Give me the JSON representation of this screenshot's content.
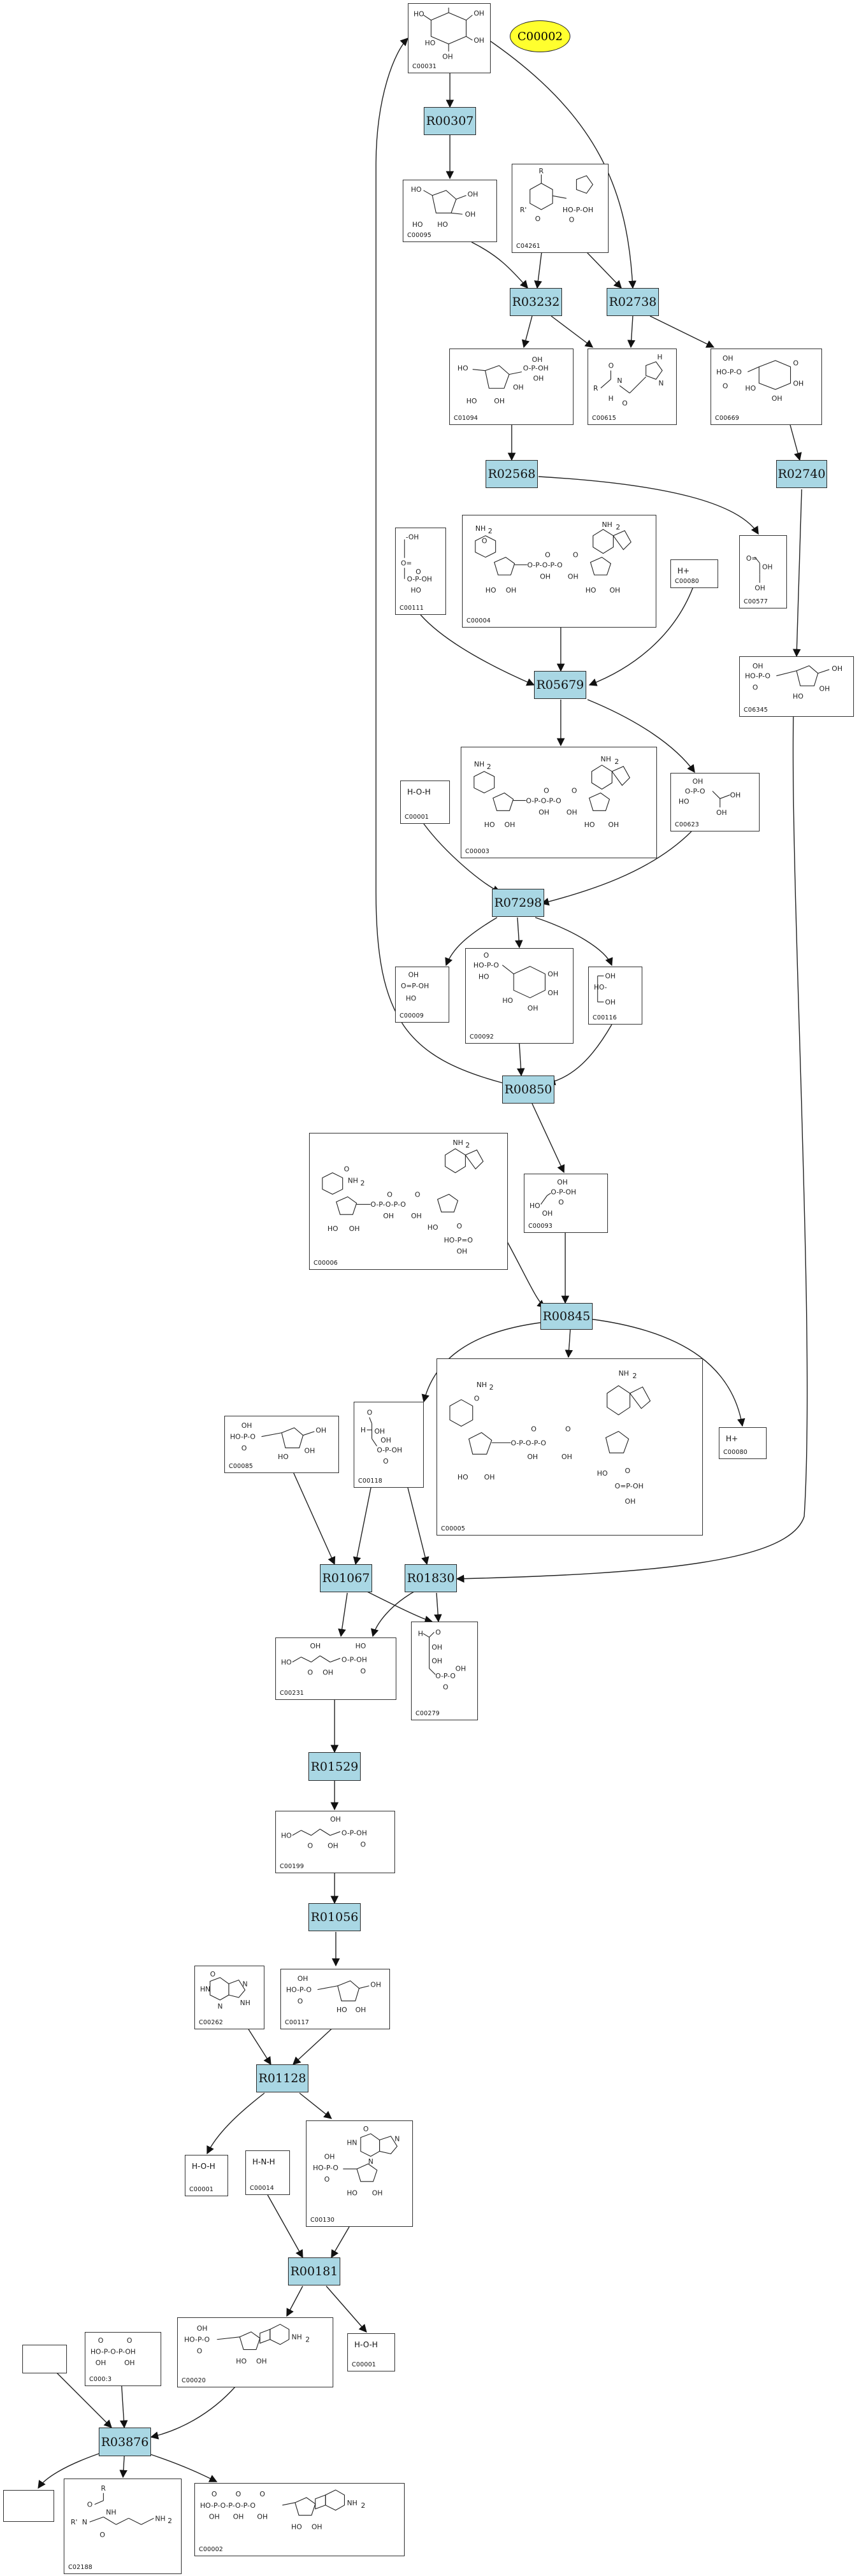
{
  "diagram": {
    "compounds": {
      "C00031": "C00031",
      "C00095": "C00095",
      "C04261": "C04261",
      "C01094": "C01094",
      "C00615": "C00615",
      "C00669": "C00669",
      "C00111": "C00111",
      "C00004": "C00004",
      "C00080a": "C00080",
      "C00577": "C00577",
      "C06345": "C06345",
      "C00003": "C00003",
      "C00623": "C00623",
      "C00001a": "C00001",
      "C00009": "C00009",
      "C00092": "C00092",
      "C00116": "C00116",
      "C00006": "C00006",
      "C00093": "C00093",
      "C00085": "C00085",
      "C00118": "C00118",
      "C00005": "C00005",
      "C00080b": "C00080",
      "C00231": "C00231",
      "C00279": "C00279",
      "C00199": "C00199",
      "C00262": "C00262",
      "C00117": "C00117",
      "C00001b": "C00001",
      "C00014": "C00014",
      "C00130": "C00130",
      "C00020": "C00020",
      "C00001c": "C00001",
      "C00013": "C000:3",
      "C02188": "C02188",
      "C00002box": "C00002"
    },
    "highlight": "C00002",
    "reactions": {
      "R00307": "R00307",
      "R03232": "R03232",
      "R02738": "R02738",
      "R02568": "R02568",
      "R02740": "R02740",
      "R05679": "R05679",
      "R07298": "R07298",
      "R00850": "R00850",
      "R00845": "R00845",
      "R01067": "R01067",
      "R01830": "R01830",
      "R01529": "R01529",
      "R01056": "R01056",
      "R01128": "R01128",
      "R00181": "R00181",
      "R03876": "R03876"
    },
    "formulas": {
      "h_plus": "H+",
      "water": "H-O-H",
      "ammonia": "H-N-H"
    }
  }
}
